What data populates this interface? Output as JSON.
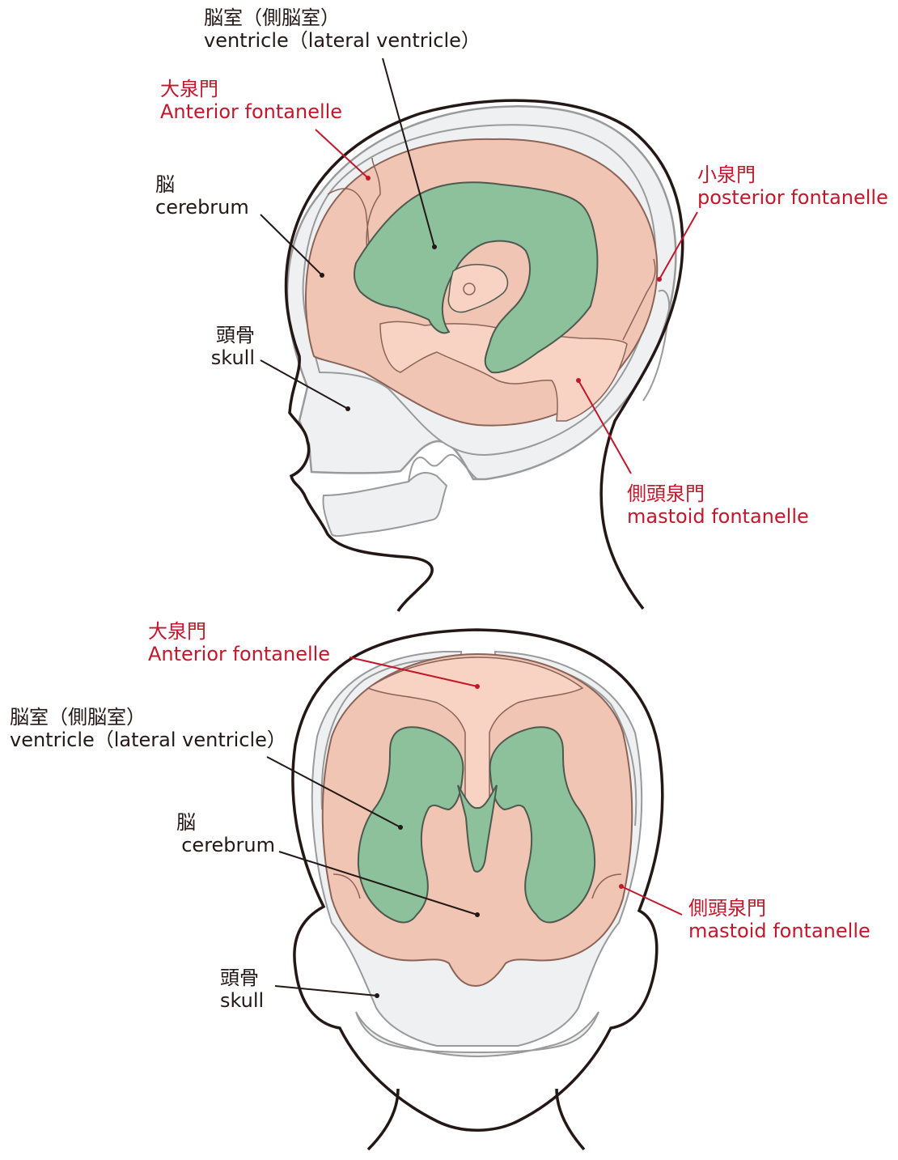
{
  "colors": {
    "outline": "#231815",
    "skull_fill": "#eef0f2",
    "skull_stroke": "#9a9a9a",
    "brain_fill": "#f1c5b4",
    "brain_light": "#f8d3c3",
    "brain_stroke": "#8a6458",
    "ventricle_fill": "#8cc19b",
    "ventricle_stroke": "#4d5a4f",
    "red_label": "#c3172b",
    "black_label": "#231815"
  },
  "side_view": {
    "ventricle": {
      "ja": "脳室（側脳室）",
      "en": "ventricle（lateral ventricle）"
    },
    "anterior_fontanelle": {
      "ja": "大泉門",
      "en": "Anterior fontanelle"
    },
    "cerebrum": {
      "ja": "脳",
      "en": "cerebrum"
    },
    "posterior_fontanelle": {
      "ja": "小泉門",
      "en": "posterior fontanelle"
    },
    "skull": {
      "ja": "頭骨",
      "en": "skull"
    },
    "mastoid_fontanelle": {
      "ja": "側頭泉門",
      "en": "mastoid fontanelle"
    }
  },
  "front_view": {
    "anterior_fontanelle": {
      "ja": "大泉門",
      "en": "Anterior fontanelle"
    },
    "ventricle": {
      "ja": "脳室（側脳室）",
      "en": "ventricle（lateral ventricle）"
    },
    "cerebrum": {
      "ja": "脳",
      "en": "cerebrum"
    },
    "mastoid_fontanelle": {
      "ja": "側頭泉門",
      "en": "mastoid fontanelle"
    },
    "skull": {
      "ja": "頭骨",
      "en": "skull"
    }
  }
}
